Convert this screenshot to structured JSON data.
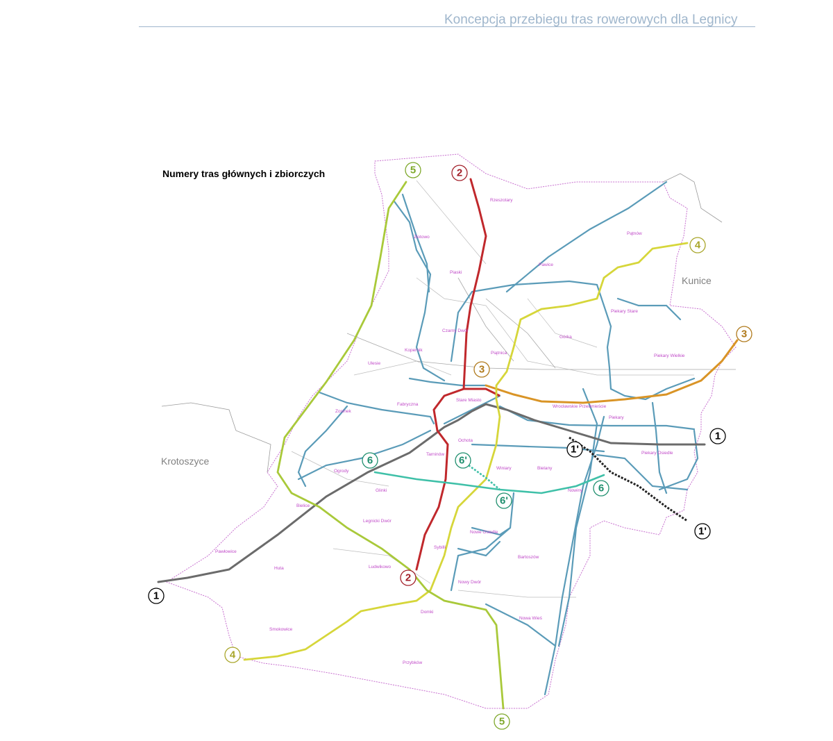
{
  "document": {
    "header_title": "Koncepcja przebiegu tras rowerowych dla Legnicy"
  },
  "map": {
    "title": "Numery tras głównych i zbiorczych",
    "towns": [
      "Krotoszyce",
      "Kunice"
    ],
    "districts": [
      "Rzeszotary",
      "Złotowo",
      "Piaski",
      "Pawice",
      "Pątnów",
      "Czarny Dwór",
      "Kopernik",
      "Ulesie",
      "Piątnica",
      "Górka",
      "Piekary Stare",
      "Piekary Wielkie",
      "Fabryczna",
      "Stare Miasto",
      "Tarninów",
      "Zosinek",
      "Ochota",
      "Wrocławskie Przedmieście",
      "Piekary",
      "Piekary Osiedle",
      "Bielany",
      "Winiary",
      "Ogrody",
      "Glinki",
      "Nowiny",
      "Bielice",
      "Legnicki Dwór",
      "Sybilli",
      "Nowe Osiedle",
      "Pawłowice",
      "Huta",
      "Ludwikowo",
      "Bartoszów",
      "Nowy Dwór",
      "Domki",
      "Smokowice",
      "Nowa Wieś",
      "Przybków"
    ],
    "routes": [
      {
        "number": "1",
        "color": "#6b6b6b"
      },
      {
        "number": "1'",
        "color": "#222222"
      },
      {
        "number": "2",
        "color": "#c0282c"
      },
      {
        "number": "3",
        "color": "#d99426"
      },
      {
        "number": "4",
        "color": "#d6d63a"
      },
      {
        "number": "5",
        "color": "#a9c93a"
      },
      {
        "number": "6",
        "color": "#3fc0a8"
      },
      {
        "number": "6'",
        "color": "#3fc0a8"
      }
    ],
    "secondary_route_color": "#5a9bb8",
    "badge_colors": {
      "1": "#000000",
      "1'": "#000000",
      "2": "#a3202a",
      "3": "#b07a1c",
      "4": "#a9a62a",
      "5": "#7ea82b",
      "6": "#1f8f6e",
      "6'": "#1f8f6e"
    }
  }
}
